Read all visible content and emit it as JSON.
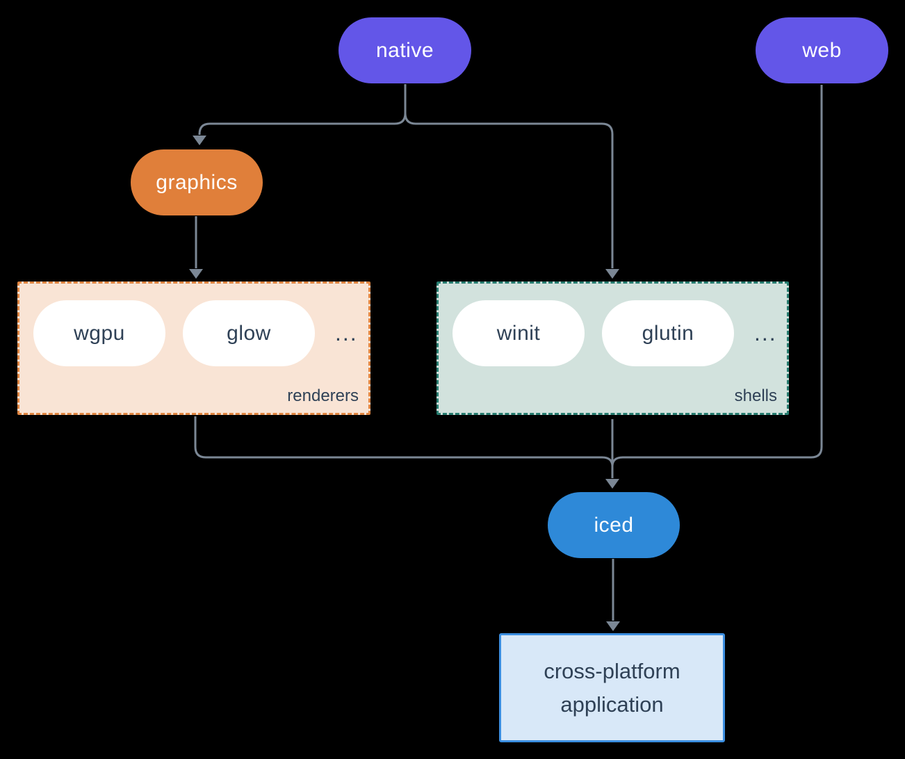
{
  "nodes": {
    "native": {
      "label": "native",
      "fill": "#6356e8",
      "text_color": "#ffffff"
    },
    "web": {
      "label": "web",
      "fill": "#6356e8",
      "text_color": "#ffffff"
    },
    "graphics": {
      "label": "graphics",
      "fill": "#e07f3a",
      "text_color": "#ffffff"
    },
    "iced": {
      "label": "iced",
      "fill": "#2e89d8",
      "text_color": "#ffffff"
    },
    "application": {
      "lines": [
        "cross-platform",
        "application"
      ],
      "fill": "#d8e8f8",
      "border": "#3b8ee0",
      "text_color": "#2f4156"
    }
  },
  "groups": {
    "renderers": {
      "label": "renderers",
      "items": [
        "wgpu",
        "glow"
      ],
      "ellipsis": "...",
      "fill": "#f9e4d5",
      "border": "#df8440",
      "text_color": "#2f4156"
    },
    "shells": {
      "label": "shells",
      "items": [
        "winit",
        "glutin"
      ],
      "ellipsis": "...",
      "fill": "#d2e2dd",
      "border": "#267c6f",
      "text_color": "#2f4156"
    }
  },
  "colors": {
    "background": "#000000",
    "connector": "#7b8795",
    "dark_text": "#2f4156"
  }
}
